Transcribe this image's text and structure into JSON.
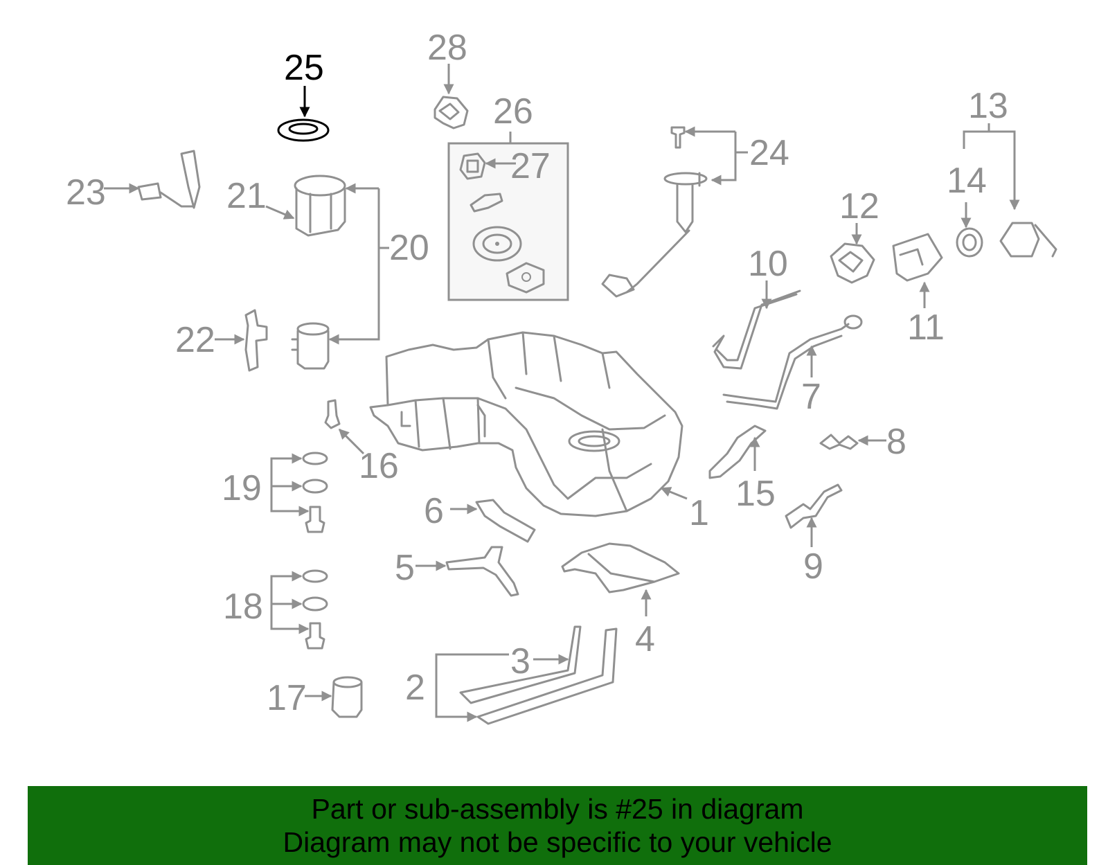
{
  "selected_callout": "25",
  "callouts": {
    "c1": "1",
    "c2": "2",
    "c3": "3",
    "c4": "4",
    "c5": "5",
    "c6": "6",
    "c7": "7",
    "c8": "8",
    "c9": "9",
    "c10": "10",
    "c11": "11",
    "c12": "12",
    "c13": "13",
    "c14": "14",
    "c15": "15",
    "c16": "16",
    "c17": "17",
    "c18": "18",
    "c19": "19",
    "c20": "20",
    "c21": "21",
    "c22": "22",
    "c23": "23",
    "c24": "24",
    "c25": "25",
    "c26": "26",
    "c27": "27",
    "c28": "28"
  },
  "banner": {
    "line1": "Part or sub-assembly is #25 in diagram",
    "line2": "Diagram may not be specific to your vehicle"
  },
  "colors": {
    "line": "#909090",
    "selected": "#000000",
    "banner_bg": "#106f0c",
    "background": "#ffffff"
  }
}
